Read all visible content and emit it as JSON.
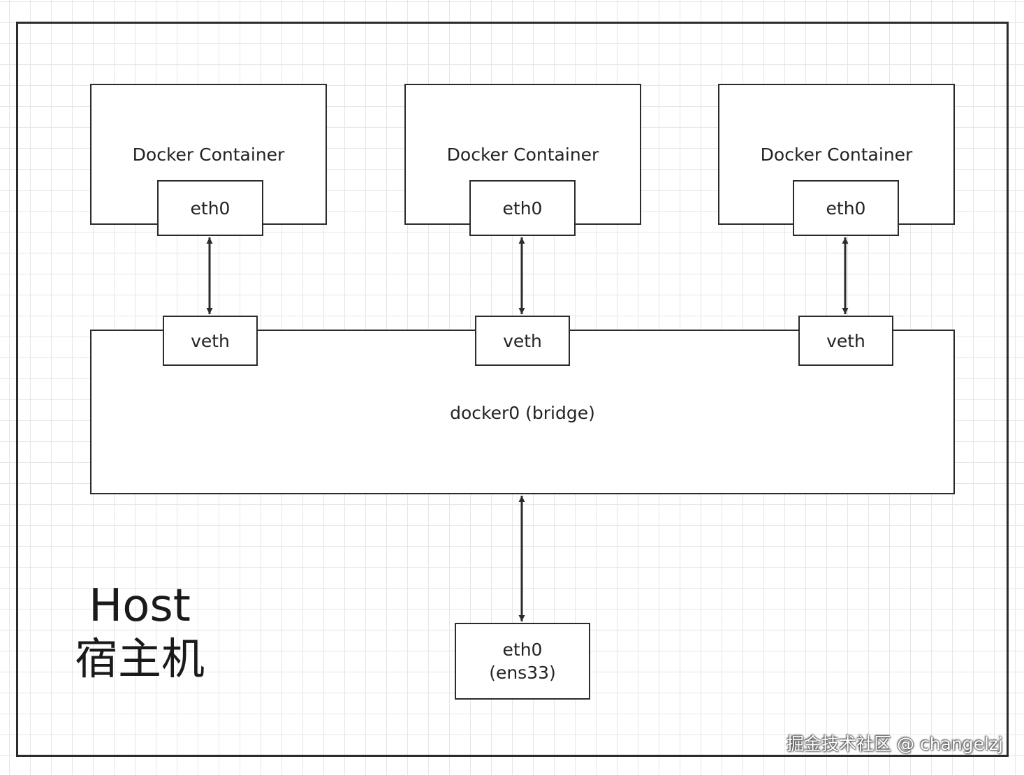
{
  "containers": [
    {
      "label": "Docker Container",
      "interface": "eth0"
    },
    {
      "label": "Docker Container",
      "interface": "eth0"
    },
    {
      "label": "Docker Container",
      "interface": "eth0"
    }
  ],
  "veths": [
    "veth",
    "veth",
    "veth"
  ],
  "bridge": {
    "label": "docker0 (bridge)"
  },
  "host_nic": {
    "line1": "eth0",
    "line2": "(ens33)"
  },
  "host": {
    "title_en": "Host",
    "title_zh": "宿主机"
  },
  "watermark": "掘金技术社区 @ changelzj",
  "colors": {
    "line": "#2b2b2b",
    "grid": "#e6e6e6"
  }
}
